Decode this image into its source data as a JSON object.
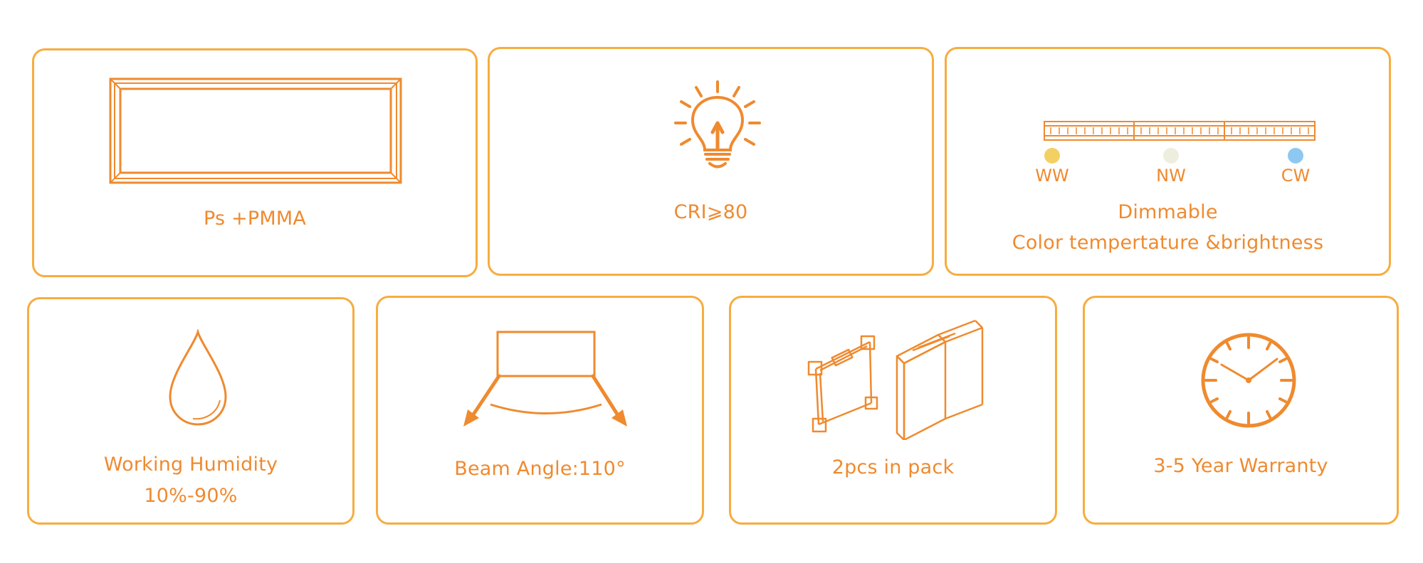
{
  "colors": {
    "accent": "#ef8a2f",
    "border": "#f6ad3f",
    "ww": "#f3d063",
    "nw": "#eeeede",
    "cw": "#8ec8f0"
  },
  "cards": {
    "material": {
      "label": "Ps +PMMA",
      "icon": "panel-frame-icon"
    },
    "cri": {
      "label": "CRI⩾80",
      "icon": "light-bulb-icon"
    },
    "dimmable": {
      "line1": "Dimmable",
      "line2": "Color tempertature &brightness",
      "icon": "led-strip-icon",
      "ww": "WW",
      "nw": "NW",
      "cw": "CW"
    },
    "humidity": {
      "line1": "Working Humidity",
      "line2": "10%-90%",
      "icon": "water-drop-icon"
    },
    "beam": {
      "label": "Beam Angle:110°",
      "icon": "beam-angle-icon"
    },
    "pack": {
      "label": "2pcs in pack",
      "icon": "package-icon"
    },
    "warranty": {
      "label": "3-5 Year Warranty",
      "icon": "clock-icon"
    }
  }
}
